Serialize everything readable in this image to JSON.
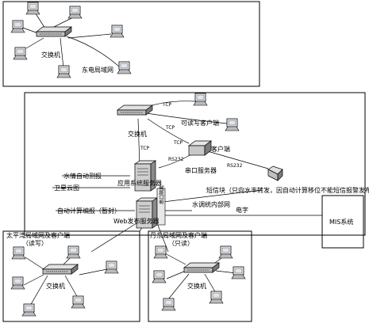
{
  "labels": {
    "switch": "交换机",
    "dongdian_lan": "东电局域网",
    "rw_client": "可读写客户端",
    "tcp": "TCP",
    "serial_server": "串口服务器",
    "rs232": "RS232",
    "sms_note": "短信块（只向水丰转发，因自动计算移位不能短信报警发布）",
    "sms_hub": "水调统内部网",
    "telecom": "电字",
    "mis": "MIS系统",
    "hydro_auto": "水情自动测报",
    "satellite": "卫星云图",
    "auto_calc": "自动计算编报（暂封）",
    "data_server": "应用系统服务器",
    "web_server": "Web发布服务器",
    "serial_isolation": "串口隔离",
    "tpw_lan": "太平湾局域网及客户端",
    "tpw_rw": "（读写）",
    "dandong_lan": "丹东局域网及客户端",
    "dandong_ro": "（只读）"
  },
  "colors": {
    "line": "#000000",
    "device": "#c8c8c8",
    "device_dark": "#7a7a7a",
    "screen": "#dfe6ee"
  }
}
